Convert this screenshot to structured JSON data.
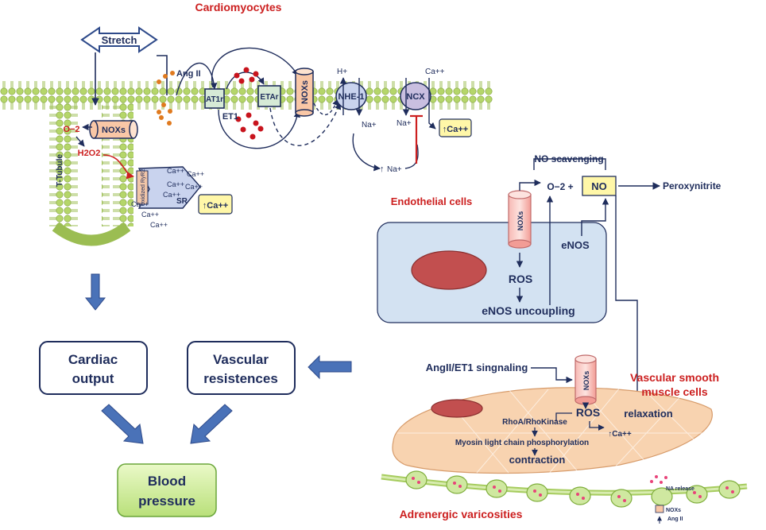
{
  "sections": {
    "cardiomyocytes": "Cardiomyocytes",
    "endothelial": "Endothelial cells",
    "vsmc_line1": "Vascular smooth",
    "vsmc_line2": "muscle cells",
    "adrenergic": "Adrenergic varicosities"
  },
  "cardio": {
    "stretch": "Stretch",
    "angii": "Ang II",
    "at1r": "AT1r",
    "etar": "ETAr",
    "et1": "ET1",
    "noxs_membrane": "NOXs",
    "nhe1": "NHE-1",
    "ncx": "NCX",
    "h_plus": "H+",
    "na_plus_1": "Na+",
    "na_plus_2": "Na+",
    "na_plus_3": "Na+",
    "ca_top": "Ca++",
    "ca_up_1": "↑Ca++",
    "noxs_tubule": "NOXs",
    "o2": "O−2",
    "h2o2": "H2O2",
    "t_tubule": "T-Tubule",
    "ryr2": "Oxidized RyR2",
    "sr": "SR",
    "ca_up_2": "↑Ca++",
    "ca_small": [
      "Ca++",
      "Ca++",
      "Ca++",
      "Ca++",
      "Ca++",
      "Ca++",
      "Ca++",
      "Ca++"
    ]
  },
  "endo": {
    "no_scavenging": "NO scavenging",
    "o2_plus": "O−2 +",
    "no": "NO",
    "peroxynitrite": "Peroxynitrite",
    "noxs": "NOXs",
    "enos": "eNOS",
    "ros": "ROS",
    "enos_uncoupling": "eNOS uncoupling"
  },
  "vsmc": {
    "signaling": "AngII/ET1 singnaling",
    "noxs": "NOXs",
    "ros": "ROS",
    "relaxation": "relaxation",
    "rhoa": "RhoA/RhoKinase",
    "ca_up": "↑Ca++",
    "myosin": "Myosin light chain phosphorylation",
    "contraction": "contraction"
  },
  "adren": {
    "na_release": "NA release",
    "noxs": "NOXs",
    "angii": "Ang II"
  },
  "outcomes": {
    "cardiac_line1": "Cardiac",
    "cardiac_line2": "output",
    "vascular_line1": "Vascular",
    "vascular_line2": "resistences",
    "bp_line1": "Blood",
    "bp_line2": "pressure"
  },
  "colors": {
    "navy": "#1f2d5c",
    "red_title": "#cc1f1f",
    "membrane_green": "#b5d66a",
    "endothelial_fill": "#d3e2f2",
    "vsmc_fill": "#f8d3b0",
    "nox_fill": "#f4a6a6",
    "blood_pressure_fill": "#d6f0a8",
    "ca_box_fill": "#fff7a8",
    "nucleus_fill": "#c24f4f"
  }
}
